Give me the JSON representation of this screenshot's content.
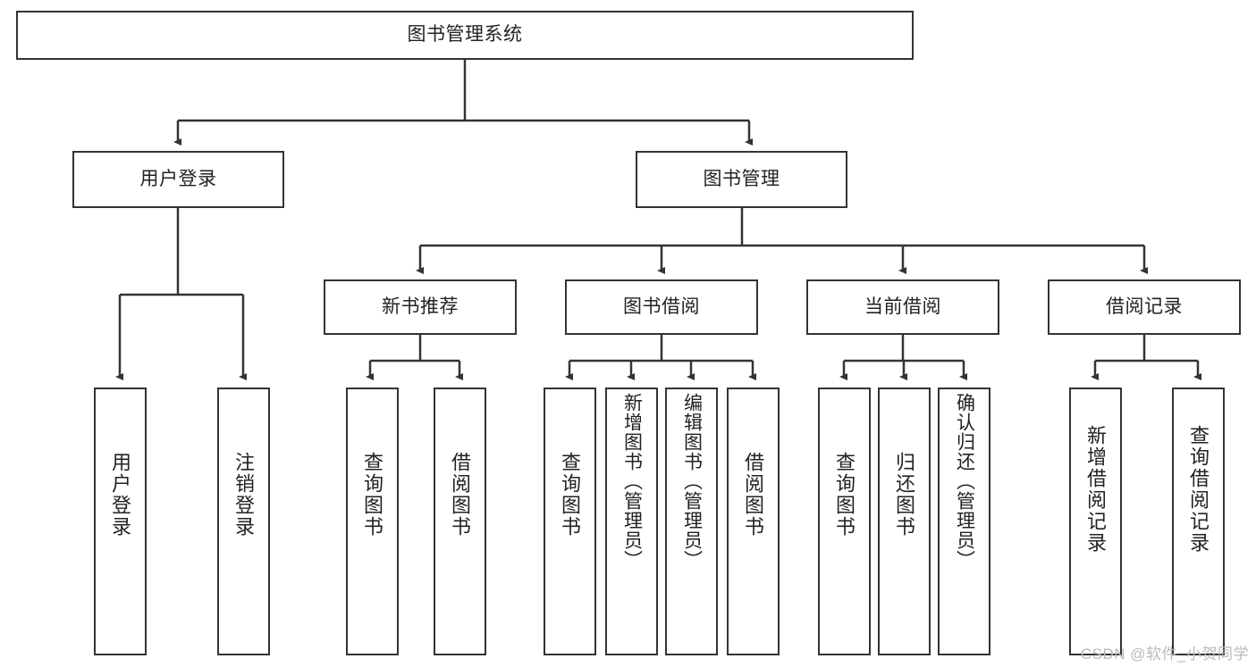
{
  "diagram": {
    "type": "tree",
    "title": "图书管理系统",
    "watermark": "CSDN @软件_小贺同学",
    "colors": {
      "stroke": "#333333",
      "fill": "#ffffff",
      "text": "#222222",
      "watermark": "#b9b9b9"
    },
    "nodes": {
      "root": {
        "label": "图书管理系统"
      },
      "level2": [
        {
          "id": "user-login",
          "label": "用户登录"
        },
        {
          "id": "book-manage",
          "label": "图书管理"
        }
      ],
      "level3": [
        {
          "id": "new-book-recommend",
          "label": "新书推荐"
        },
        {
          "id": "book-borrow",
          "label": "图书借阅"
        },
        {
          "id": "current-borrow",
          "label": "当前借阅"
        },
        {
          "id": "borrow-record",
          "label": "借阅记录"
        }
      ],
      "leaves": {
        "user_login": [
          {
            "id": "leaf-user-login",
            "label": "用户登录"
          },
          {
            "id": "leaf-logout-login",
            "label": "注销登录"
          }
        ],
        "new_book_recommend": [
          {
            "id": "leaf-query-book-1",
            "label": "查询图书"
          },
          {
            "id": "leaf-borrow-book-1",
            "label": "借阅图书"
          }
        ],
        "book_borrow": [
          {
            "id": "leaf-query-book-2",
            "label": "查询图书"
          },
          {
            "id": "leaf-add-book",
            "label": "新增图书（管理员）"
          },
          {
            "id": "leaf-edit-book",
            "label": "编辑图书（管理员）"
          },
          {
            "id": "leaf-borrow-book-2",
            "label": "借阅图书"
          }
        ],
        "current_borrow": [
          {
            "id": "leaf-query-book-3",
            "label": "查询图书"
          },
          {
            "id": "leaf-return-book",
            "label": "归还图书"
          },
          {
            "id": "leaf-confirm-return",
            "label": "确认归还（管理员）"
          }
        ],
        "borrow_record": [
          {
            "id": "leaf-add-record",
            "label": "新增借阅记录"
          },
          {
            "id": "leaf-query-record",
            "label": "查询借阅记录"
          }
        ]
      }
    }
  }
}
